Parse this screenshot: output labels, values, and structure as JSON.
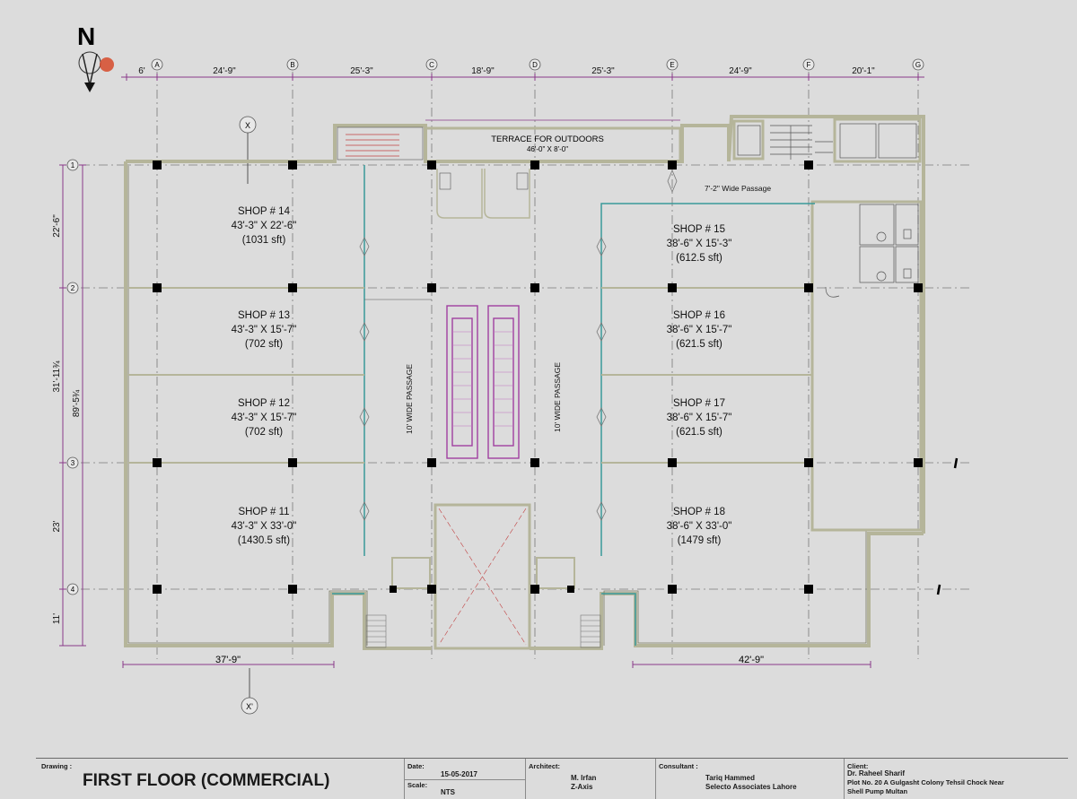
{
  "north": "N",
  "grid_cols": [
    "A",
    "B",
    "C",
    "D",
    "E",
    "F",
    "G"
  ],
  "grid_rows": [
    "1",
    "2",
    "3",
    "4"
  ],
  "top_dims": [
    "6'",
    "24'-9\"",
    "25'-3\"",
    "18'-9\"",
    "25'-3\"",
    "24'-9\"",
    "20'-1\""
  ],
  "left_dims": {
    "d1": "22'-6\"",
    "d2": "31'-11¾",
    "d3": "23'",
    "d4": "11'",
    "total": "89'-5¾"
  },
  "bottom_dims": {
    "left": "37'-9\"",
    "right": "42'-9\""
  },
  "section_marks": {
    "top": "X",
    "bottom": "X'"
  },
  "shops": [
    {
      "name": "SHOP # 14",
      "size": "43'-3\" X 22'-6\"",
      "area": "(1031 sft)"
    },
    {
      "name": "SHOP # 13",
      "size": "43'-3\" X 15'-7\"",
      "area": "(702 sft)"
    },
    {
      "name": "SHOP # 12",
      "size": "43'-3\" X 15'-7\"",
      "area": "(702 sft)"
    },
    {
      "name": "SHOP # 11",
      "size": "43'-3\" X 33'-0\"",
      "area": "(1430.5 sft)"
    },
    {
      "name": "SHOP # 15",
      "size": "38'-6\" X 15'-3\"",
      "area": "(612.5 sft)"
    },
    {
      "name": "SHOP # 16",
      "size": "38'-6\" X 15'-7\"",
      "area": "(621.5 sft)"
    },
    {
      "name": "SHOP # 17",
      "size": "38'-6\" X 15'-7\"",
      "area": "(621.5 sft)"
    },
    {
      "name": "SHOP # 18",
      "size": "38'-6\" X 33'-0\"",
      "area": "(1479 sft)"
    }
  ],
  "terrace": {
    "title": "TERRACE FOR OUTDOORS",
    "size": "46'-0\" X 8'-0\""
  },
  "passage_top": "7'-2\" Wide Passage",
  "passage_left": "10' WIDE PASSAGE",
  "passage_right": "10' WIDE PASSAGE",
  "title_block": {
    "drawing_label": "Drawing :",
    "drawing_title": "FIRST FLOOR (COMMERCIAL)",
    "date_label": "Date:",
    "date": "15-05-2017",
    "scale_label": "Scale:",
    "scale": "NTS",
    "architect_label": "Architect:",
    "architect_name": "M. Irfan",
    "architect_firm": "Z-Axis",
    "consultant_label": "Consultant :",
    "consultant_name": "Tariq Hammed",
    "consultant_firm": "Selecto Associates Lahore",
    "client_label": "Client:",
    "client_name": "Dr. Raheel Sharif",
    "client_addr1": "Plot No. 20 A Gulgasht Colony Tehsil Chock Near",
    "client_addr2": "Shell Pump Multan"
  },
  "colors": {
    "wall": "#b5b59a",
    "wall_edge": "#8a8a6e",
    "teal": "#3a9a9a",
    "magenta": "#a040a0",
    "dim": "#8a3a8a",
    "grid": "#777777",
    "column": "#000000",
    "background": "#dcdcdc"
  }
}
